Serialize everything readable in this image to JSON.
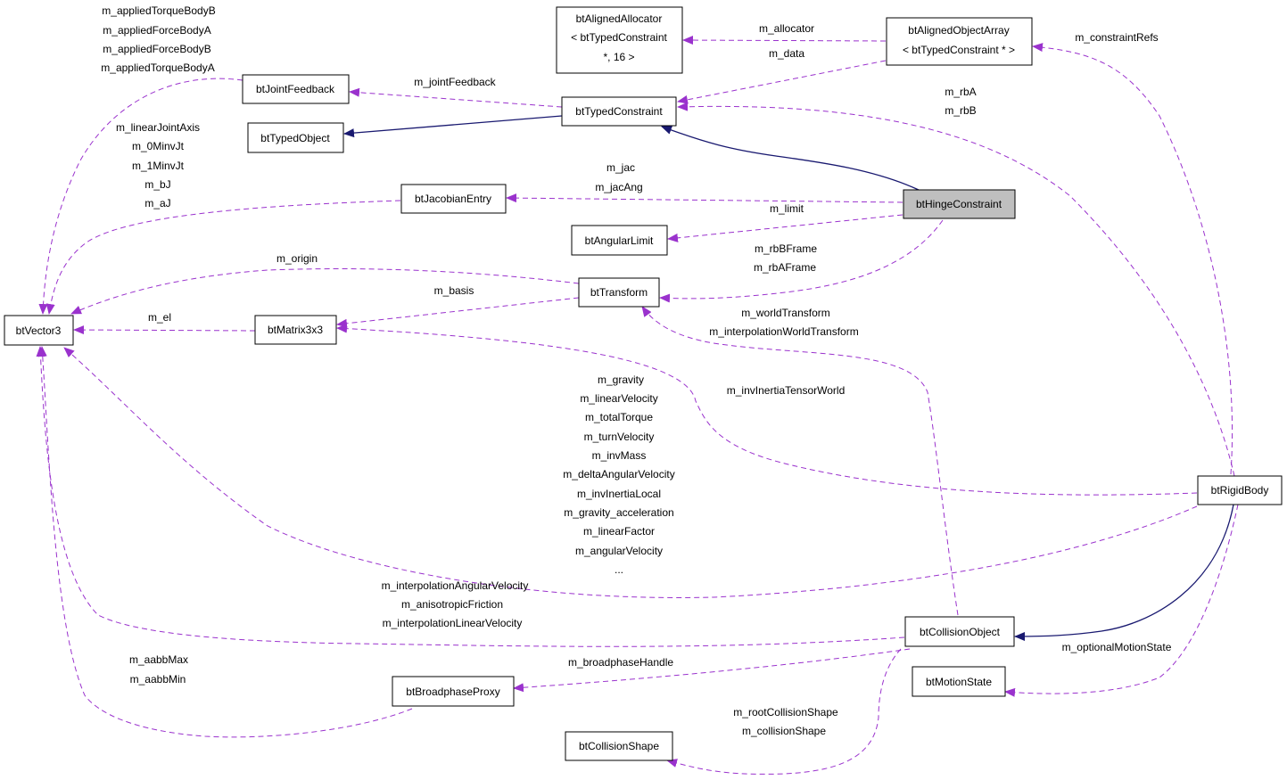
{
  "colors": {
    "inheritance_edge": "#191970",
    "member_edge": "#9a32cd",
    "focus_fill": "#bfbfbf"
  },
  "nodes": {
    "btHingeConstraint": "btHingeConstraint",
    "btTypedConstraint": "btTypedConstraint",
    "btTypedObject": "btTypedObject",
    "btAlignedAllocator": [
      "btAlignedAllocator",
      "< btTypedConstraint",
      "*, 16 >"
    ],
    "btAlignedObjectArray": [
      "btAlignedObjectArray",
      "< btTypedConstraint * >"
    ],
    "btJointFeedback": "btJointFeedback",
    "btJacobianEntry": "btJacobianEntry",
    "btAngularLimit": "btAngularLimit",
    "btTransform": "btTransform",
    "btMatrix3x3": "btMatrix3x3",
    "btVector3": "btVector3",
    "btRigidBody": "btRigidBody",
    "btCollisionObject": "btCollisionObject",
    "btMotionState": "btMotionState",
    "btBroadphaseProxy": "btBroadphaseProxy",
    "btCollisionShape": "btCollisionShape"
  },
  "edge_labels": {
    "allocator": [
      "m_allocator"
    ],
    "data": [
      "m_data"
    ],
    "constraintRefs": [
      "m_constraintRefs"
    ],
    "rb": [
      "m_rbA",
      "m_rbB"
    ],
    "jointFeedback": [
      "m_jointFeedback"
    ],
    "applied": [
      "m_appliedTorqueBodyB",
      "m_appliedForceBodyA",
      "m_appliedForceBodyB",
      "m_appliedTorqueBodyA"
    ],
    "jacobian_vec": [
      "m_linearJointAxis",
      "m_0MinvJt",
      "m_1MinvJt",
      "m_bJ",
      "m_aJ"
    ],
    "jac": [
      "m_jac",
      "m_jacAng"
    ],
    "limit": [
      "m_limit"
    ],
    "frames": [
      "m_rbBFrame",
      "m_rbAFrame"
    ],
    "origin": [
      "m_origin"
    ],
    "basis": [
      "m_basis"
    ],
    "el": [
      "m_el"
    ],
    "worldTransform": [
      "m_worldTransform",
      "m_interpolationWorldTransform"
    ],
    "invInertia": [
      "m_invInertiaTensorWorld"
    ],
    "rigid_vec": [
      "m_gravity",
      "m_linearVelocity",
      "m_totalTorque",
      "m_turnVelocity",
      "m_invMass",
      "m_deltaAngularVelocity",
      "m_invInertiaLocal",
      "m_gravity_acceleration",
      "m_linearFactor",
      "m_angularVelocity",
      "..."
    ],
    "collision_vec": [
      "m_interpolationAngularVelocity",
      "m_anisotropicFriction",
      "m_interpolationLinearVelocity"
    ],
    "aabb": [
      "m_aabbMax",
      "m_aabbMin"
    ],
    "broadphaseHandle": [
      "m_broadphaseHandle"
    ],
    "motionState": [
      "m_optionalMotionState"
    ],
    "collisionShape": [
      "m_rootCollisionShape",
      "m_collisionShape"
    ]
  }
}
